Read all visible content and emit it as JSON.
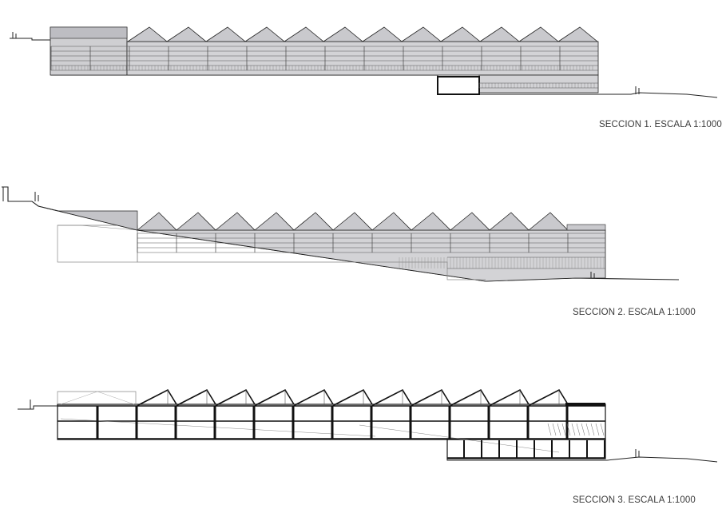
{
  "drawing": {
    "sections": [
      {
        "id": "section-1",
        "caption": "SECCION 1. ESCALA 1:1000"
      },
      {
        "id": "section-2",
        "caption": "SECCION 2. ESCALA 1:1000"
      },
      {
        "id": "section-3",
        "caption": "SECCION 3. ESCALA 1:1000"
      }
    ],
    "colors": {
      "line": "#222222",
      "facade": "#cfcfd2",
      "roof": "#c4c4c8",
      "window": "#8a8a90",
      "thin": "#888888"
    }
  }
}
